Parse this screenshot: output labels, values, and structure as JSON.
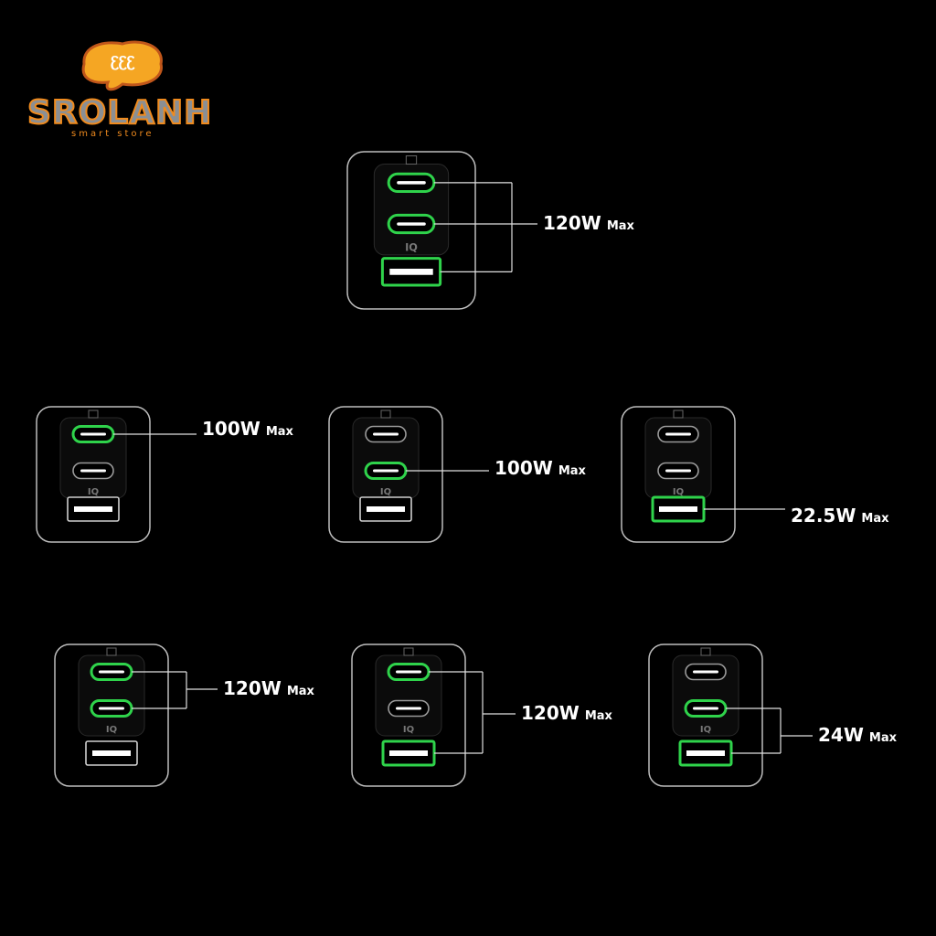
{
  "brand": {
    "name": "SROLANH",
    "tagline": "smart store",
    "badge_icon": "cartoon-face-badge-icon",
    "colors": {
      "orange": "#f08b1e",
      "gray": "#8a8f94"
    }
  },
  "port_marker": "IQ",
  "colors": {
    "background": "#000000",
    "outline": "#bdbdbd",
    "active": "#2fd34b",
    "port_fill": "#ffffff"
  },
  "configs": [
    {
      "watts": "120W",
      "max": "Max",
      "active_ports": [
        "usb-c-1",
        "usb-c-2",
        "usb-a"
      ]
    },
    {
      "watts": "100W",
      "max": "Max",
      "active_ports": [
        "usb-c-1"
      ]
    },
    {
      "watts": "100W",
      "max": "Max",
      "active_ports": [
        "usb-c-2"
      ]
    },
    {
      "watts": "22.5W",
      "max": "Max",
      "active_ports": [
        "usb-a"
      ]
    },
    {
      "watts": "120W",
      "max": "Max",
      "active_ports": [
        "usb-c-1",
        "usb-c-2"
      ]
    },
    {
      "watts": "120W",
      "max": "Max",
      "active_ports": [
        "usb-c-1",
        "usb-a"
      ]
    },
    {
      "watts": "24W",
      "max": "Max",
      "active_ports": [
        "usb-c-2",
        "usb-a"
      ]
    }
  ]
}
